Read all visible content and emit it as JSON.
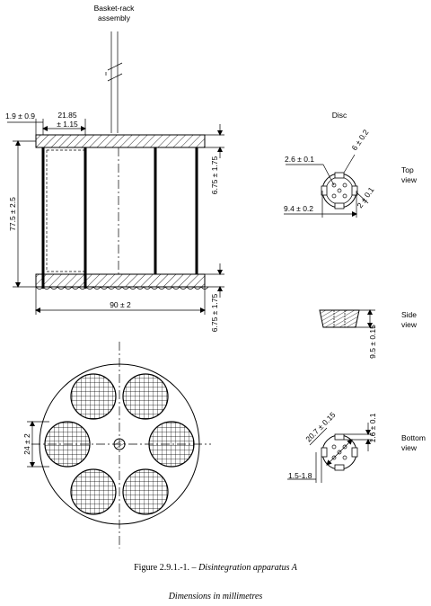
{
  "labels": {
    "basket_rack": [
      "Basket-rack",
      "assembly"
    ],
    "disc": "Disc",
    "top_view": [
      "Top",
      "view"
    ],
    "side_view": [
      "Side",
      "view"
    ],
    "bottom_view": [
      "Bottom",
      "view"
    ]
  },
  "dimensions": {
    "d_1_9": "1.9 ± 0.9",
    "d_21_85_a": "21.85",
    "d_21_85_b": "± 1.15",
    "d_77_5": "77.5 ± 2.5",
    "d_6_75_top": "6.75 ± 1.75",
    "d_6_75_bot": "6.75 ± 1.75",
    "d_90": "90 ± 2",
    "d_24": "24 ± 2",
    "d_2_6": "2.6 ± 0.1",
    "d_6": "6 ± 0.2",
    "d_2": "2 ± 0.1",
    "d_9_4": "9.4 ± 0.2",
    "d_9_5": "9.5 ± 0.15",
    "d_20_7": "20.7 ± 0.15",
    "d_1_6": "1.6 ± 0.1",
    "d_1_5": "1.5-1.8"
  },
  "caption": {
    "prefix": "Figure 2.9.1.-1. – ",
    "title": "Disintegration apparatus A",
    "units": "Dimensions in millimetres"
  }
}
